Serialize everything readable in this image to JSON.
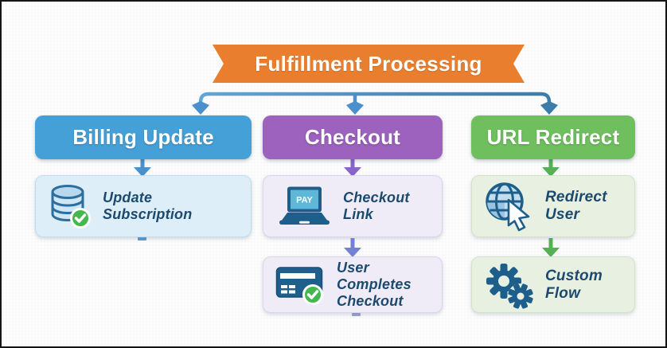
{
  "banner": {
    "title": "Fulfillment Processing"
  },
  "columns": [
    {
      "header": "Billing Update",
      "nodes": [
        {
          "label": "Update Subscription",
          "icon": "database-check-icon"
        }
      ]
    },
    {
      "header": "Checkout",
      "nodes": [
        {
          "label": "Checkout Link",
          "icon": "laptop-pay-icon"
        },
        {
          "label": "User Completes Checkout",
          "icon": "credit-card-check-icon"
        }
      ]
    },
    {
      "header": "URL Redirect",
      "nodes": [
        {
          "label": "Redirect User",
          "icon": "globe-cursor-icon"
        },
        {
          "label": "Custom Flow",
          "icon": "gears-icon"
        }
      ]
    }
  ],
  "icons": {
    "pay_label": "PAY"
  },
  "colors": {
    "banner": "#e87e2e",
    "billing_header": "#45a0d8",
    "checkout_header": "#9c62be",
    "url_header": "#6fbf5f",
    "billing_node_bg": "#ddeef8",
    "checkout_node_bg": "#f0ecf7",
    "url_node_bg": "#e8f1e1",
    "node_text": "#1c4a6e",
    "arrow_blue": "#4a90cc",
    "arrow_blue_dark": "#3c7ca8",
    "arrow_purple": "#8a65c9",
    "arrow_violet": "#7381d4",
    "arrow_green": "#54b254",
    "icon_dark_blue": "#1d5e8a",
    "check_green": "#44b74f"
  }
}
